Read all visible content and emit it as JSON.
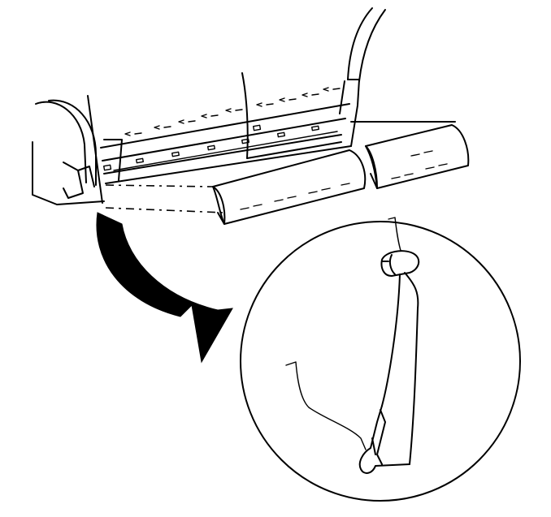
{
  "figure": {
    "accent_color": "#000000",
    "background_color": "#ffffff",
    "parts": [
      "body-side-panel",
      "rocker-molding-front",
      "rocker-molding-rear",
      "retainer-clips",
      "detail-view-circle",
      "clip-detail",
      "molding-cross-section",
      "callout-arrow"
    ]
  }
}
